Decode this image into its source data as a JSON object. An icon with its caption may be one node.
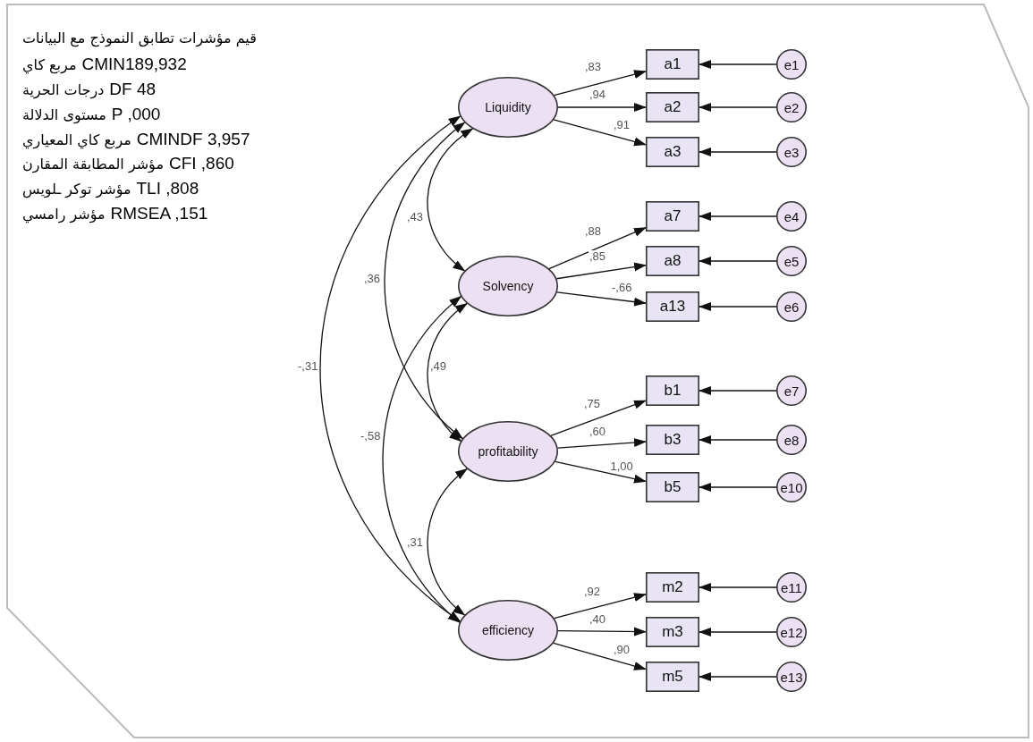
{
  "diagram": {
    "nodes": [
      {
        "text": [
          "Liquidity"
        ]
      },
      {
        "text": [
          "Solvency"
        ]
      },
      {
        "text": [
          "profitability"
        ]
      },
      {
        "text": [
          "efficiency"
        ]
      },
      {
        "text": [
          "a1"
        ]
      },
      {
        "text": [
          "a2"
        ]
      },
      {
        "text": [
          "a3"
        ]
      },
      {
        "text": [
          "a7"
        ]
      },
      {
        "text": [
          "a8"
        ]
      },
      {
        "text": [
          "a13"
        ]
      },
      {
        "text": [
          "b1"
        ]
      },
      {
        "text": [
          "b3"
        ]
      },
      {
        "text": [
          "b5"
        ]
      },
      {
        "text": [
          "m2"
        ]
      },
      {
        "text": [
          "m3"
        ]
      },
      {
        "text": [
          "m5"
        ]
      },
      {
        "text": [
          "e1"
        ]
      },
      {
        "text": [
          "e2"
        ]
      },
      {
        "text": [
          "e3"
        ]
      },
      {
        "text": [
          "e4"
        ]
      },
      {
        "text": [
          "e5"
        ]
      },
      {
        "text": [
          "e6"
        ]
      },
      {
        "text": [
          "e7"
        ]
      },
      {
        "text": [
          "e8"
        ]
      },
      {
        "text": [
          "e10"
        ]
      },
      {
        "text": [
          "e11"
        ]
      },
      {
        "text": [
          "e12"
        ]
      },
      {
        "text": [
          "e13"
        ]
      }
    ],
    "edges": [
      {
        "from": 0,
        "to": 4,
        "arrow": "to",
        "label": ",83"
      },
      {
        "from": 0,
        "to": 5,
        "arrow": "to",
        "label": ",94"
      },
      {
        "from": 0,
        "to": 6,
        "arrow": "to",
        "label": ",91"
      },
      {
        "from": 1,
        "to": 7,
        "arrow": "to",
        "label": ",88"
      },
      {
        "from": 1,
        "to": 8,
        "arrow": "to",
        "label": ",85"
      },
      {
        "from": 1,
        "to": 9,
        "arrow": "to",
        "label": "-,66"
      },
      {
        "from": 2,
        "to": 10,
        "arrow": "to",
        "label": ",75"
      },
      {
        "from": 2,
        "to": 11,
        "arrow": "to",
        "label": ",60"
      },
      {
        "from": 2,
        "to": 12,
        "arrow": "to",
        "label": "1,00"
      },
      {
        "from": 3,
        "to": 13,
        "arrow": "to",
        "label": ",92"
      },
      {
        "from": 3,
        "to": 14,
        "arrow": "to",
        "label": ",40"
      },
      {
        "from": 3,
        "to": 15,
        "arrow": "to",
        "label": ",90"
      },
      {
        "from": 16,
        "to": 4,
        "arrow": "to"
      },
      {
        "from": 17,
        "to": 5,
        "arrow": "to"
      },
      {
        "from": 18,
        "to": 6,
        "arrow": "to"
      },
      {
        "from": 19,
        "to": 7,
        "arrow": "to"
      },
      {
        "from": 20,
        "to": 8,
        "arrow": "to"
      },
      {
        "from": 21,
        "to": 9,
        "arrow": "to"
      },
      {
        "from": 22,
        "to": 10,
        "arrow": "to"
      },
      {
        "from": 23,
        "to": 11,
        "arrow": "to"
      },
      {
        "from": 24,
        "to": 12,
        "arrow": "to"
      },
      {
        "from": 25,
        "to": 13,
        "arrow": "to"
      },
      {
        "from": 26,
        "to": 14,
        "arrow": "to"
      },
      {
        "from": 27,
        "to": 15,
        "arrow": "to"
      },
      {
        "from": 0,
        "to": 1,
        "arrow": "both",
        "label": ",43"
      },
      {
        "from": 0,
        "to": 2,
        "arrow": "both",
        "label": ",36"
      },
      {
        "from": 0,
        "to": 3,
        "arrow": "both",
        "label": "-,31"
      },
      {
        "from": 1,
        "to": 2,
        "arrow": "both",
        "label": ",49"
      },
      {
        "from": 1,
        "to": 3,
        "arrow": "both",
        "label": "-,58"
      },
      {
        "from": 2,
        "to": 3,
        "arrow": "both",
        "label": ",31"
      }
    ],
    "labels": [
      "قيم مؤشرات تطابق النموذج مع البيانات",
      "مربع كاي",
      "CMIN189,932",
      "درجات الحرية",
      "DF 48",
      "مستوى الدلالة",
      "P ,000",
      "مربع كاي المعياري",
      "CMINDF 3,957",
      "مؤشر المطابقة المقارن",
      "CFI ,860",
      "مؤشر توكر ـلويس",
      "TLI ,808",
      "مؤشر رامسي",
      "RMSEA ,151"
    ]
  }
}
